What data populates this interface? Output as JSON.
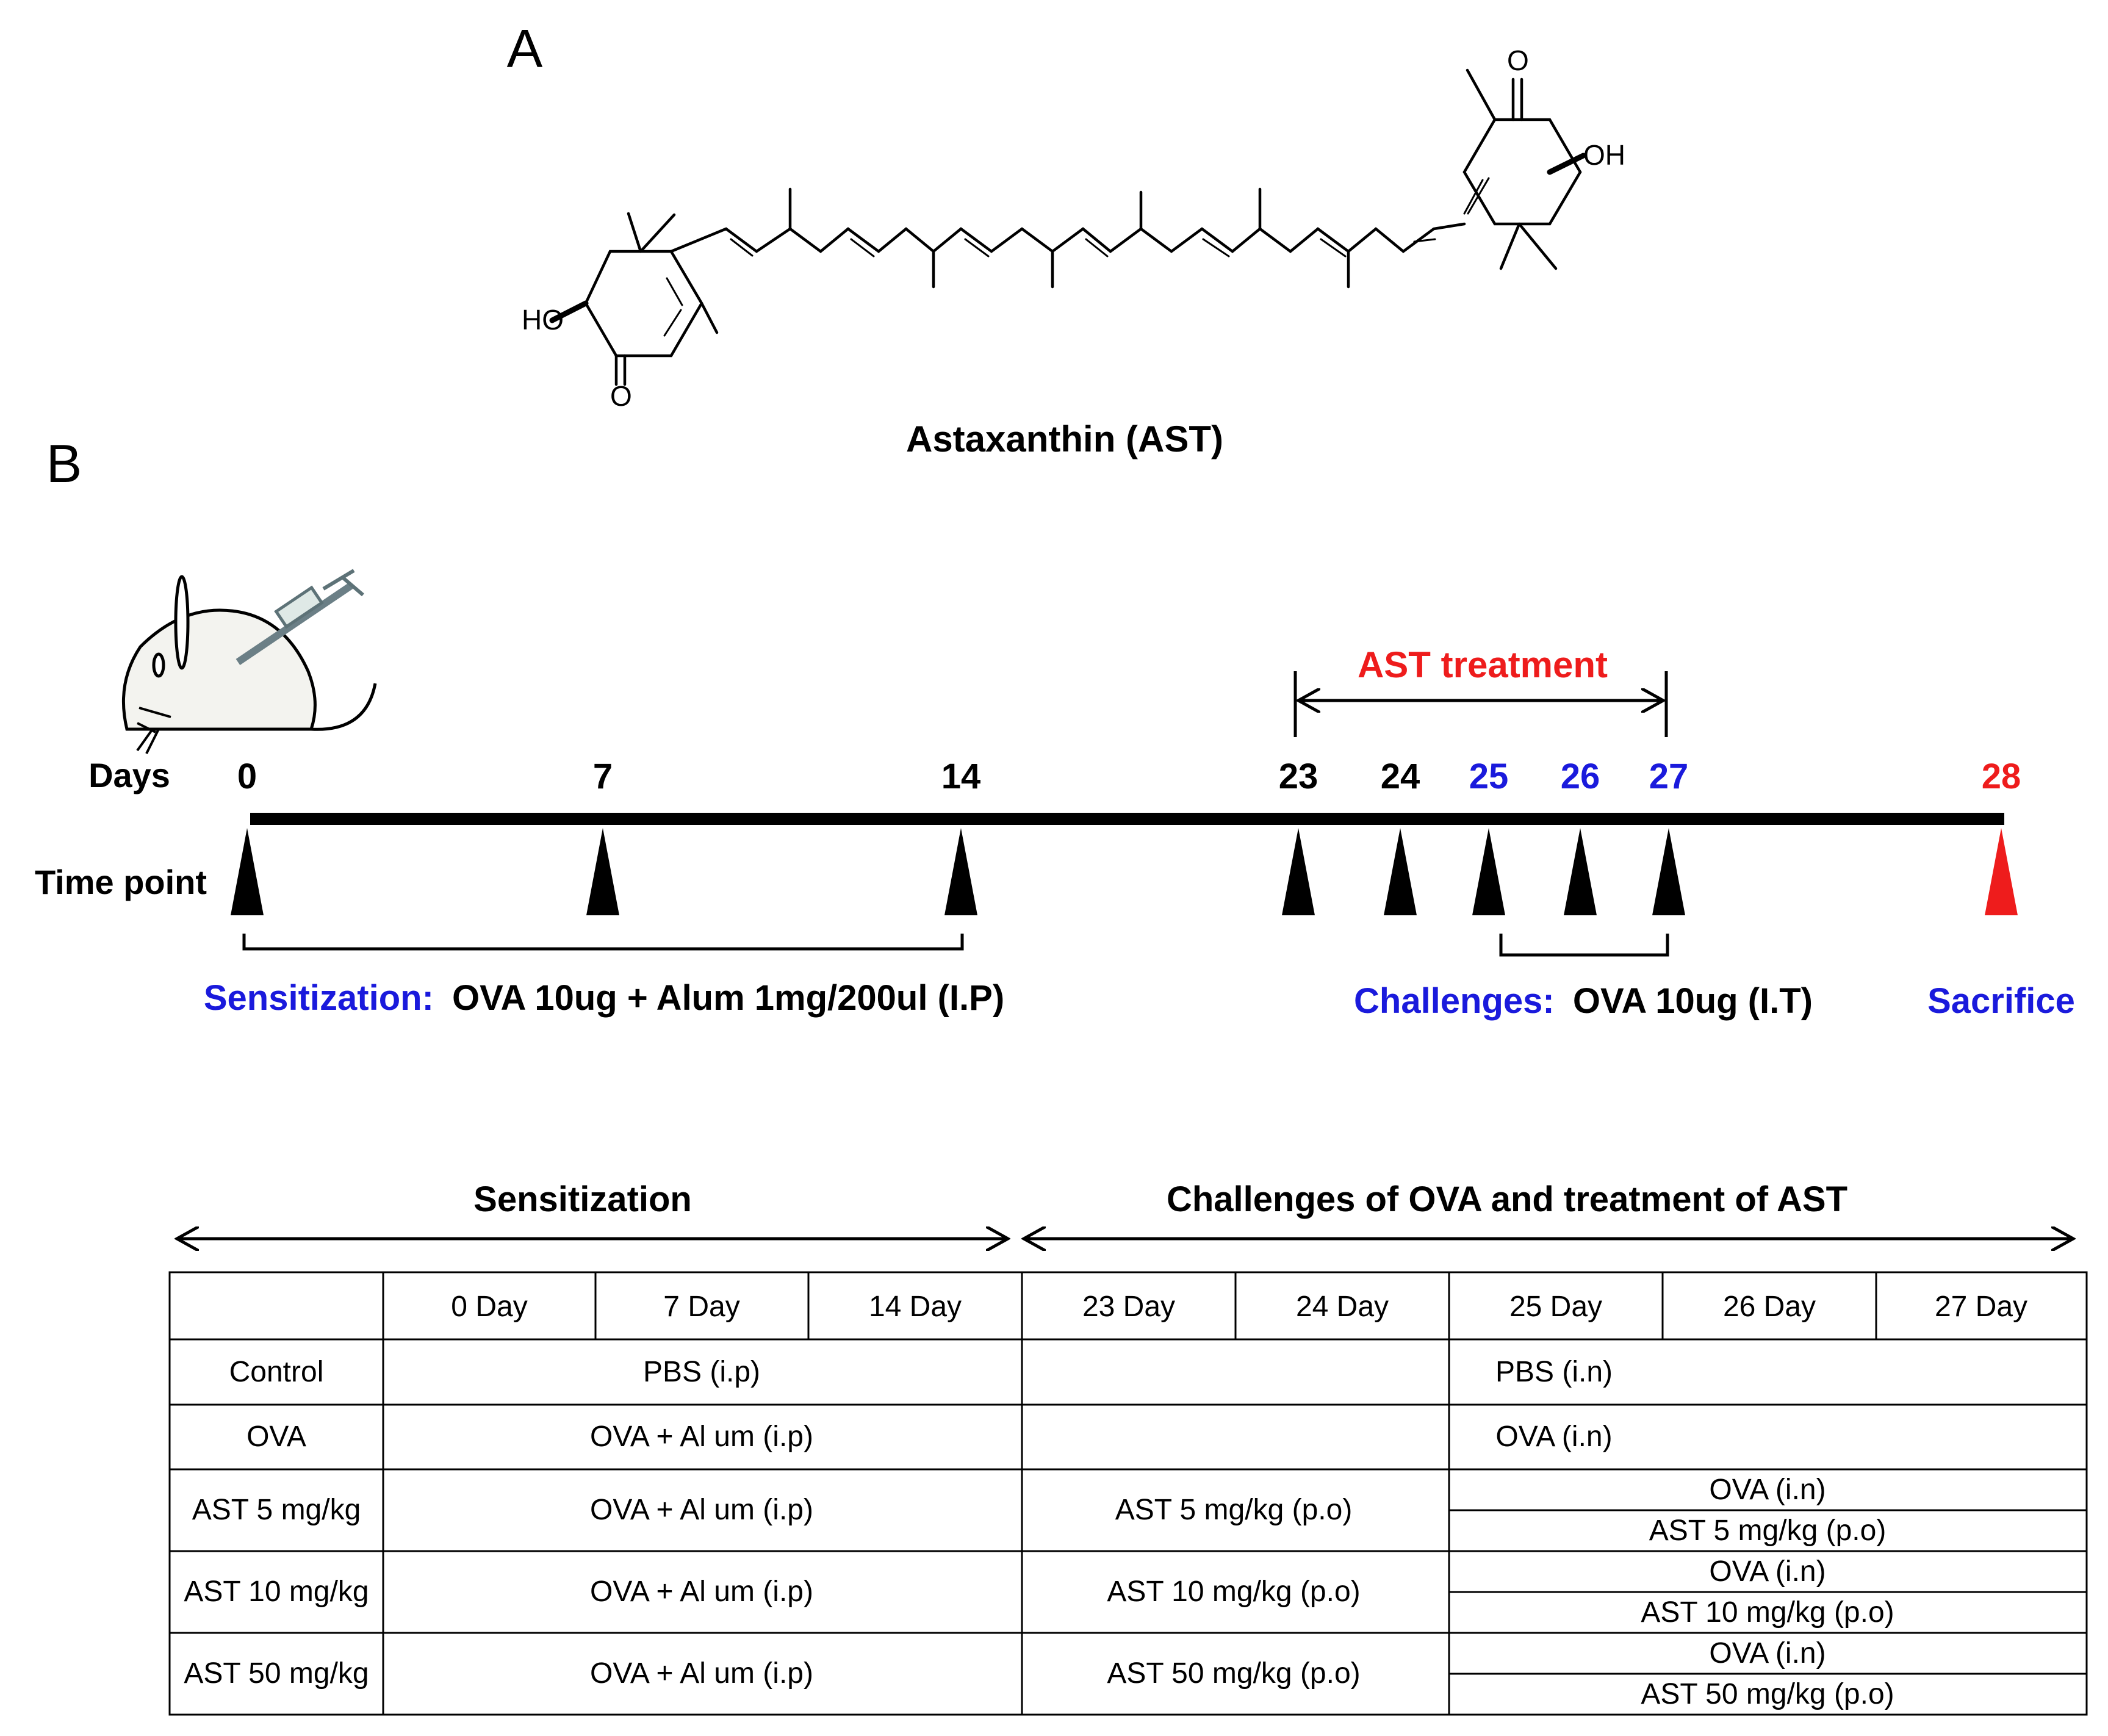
{
  "panel_a": {
    "label": "A",
    "compound_name": "Astaxanthin (AST)",
    "atoms": {
      "oxygen": "O",
      "hydroxyl_left": "HO",
      "hydroxyl_right": "OH"
    }
  },
  "panel_b": {
    "label": "B",
    "mouse_icon": "mouse-with-syringe-icon",
    "days_label": "Days",
    "timepoint_label": "Time point",
    "treatment_label": "AST treatment",
    "days": [
      {
        "value": "0",
        "color": "#000000"
      },
      {
        "value": "7",
        "color": "#000000"
      },
      {
        "value": "14",
        "color": "#000000"
      },
      {
        "value": "23",
        "color": "#000000"
      },
      {
        "value": "24",
        "color": "#000000"
      },
      {
        "value": "25",
        "color": "#1a1adc"
      },
      {
        "value": "26",
        "color": "#1a1adc"
      },
      {
        "value": "27",
        "color": "#1a1adc"
      },
      {
        "value": "28",
        "color": "#ee1c1c"
      }
    ],
    "sensitization": {
      "prefix": "Sensitization:",
      "text": "OVA 10ug + Alum 1mg/200ul (I.P)"
    },
    "challenges": {
      "prefix": "Challenges:",
      "text": "OVA 10ug (I.T)"
    },
    "sacrifice": "Sacrifice",
    "colors": {
      "blue": "#1a1adc",
      "red": "#ee1c1c",
      "black": "#000000"
    }
  },
  "table": {
    "phase_sensitization": "Sensitization",
    "phase_challenge": "Challenges of OVA and treatment of AST",
    "headers": [
      "",
      "0 Day",
      "7 Day",
      "14 Day",
      "23 Day",
      "24 Day",
      "25 Day",
      "26 Day",
      "27 Day"
    ],
    "rows": [
      {
        "group": "Control",
        "sens": "PBS (i.p)",
        "chal": "PBS (i.n)"
      },
      {
        "group": "OVA",
        "sens": "OVA + Al um (i.p)",
        "chal": "OVA (i.n)"
      },
      {
        "group": "AST 5 mg/kg",
        "sens": "OVA + Al um (i.p)",
        "pre": "AST 5 mg/kg (p.o)",
        "late_top": "OVA (i.n)",
        "late_bottom": "AST 5 mg/kg (p.o)"
      },
      {
        "group": "AST 10 mg/kg",
        "sens": "OVA + Al um (i.p)",
        "pre": "AST 10 mg/kg (p.o)",
        "late_top": "OVA (i.n)",
        "late_bottom": "AST 10 mg/kg (p.o)"
      },
      {
        "group": "AST 50 mg/kg",
        "sens": "OVA + Al um (i.p)",
        "pre": "AST 50 mg/kg (p.o)",
        "late_top": "OVA (i.n)",
        "late_bottom": "AST 50 mg/kg (p.o)"
      }
    ]
  }
}
